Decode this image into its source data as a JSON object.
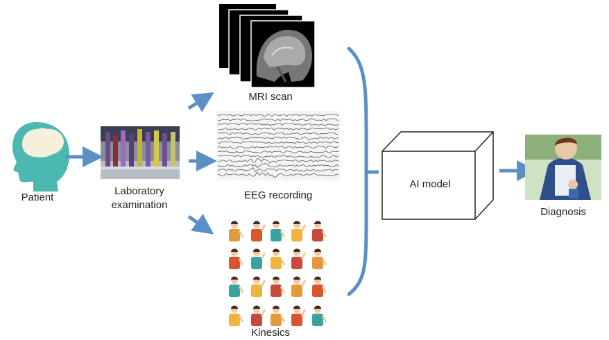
{
  "nodes": {
    "patient": {
      "label": "Patient"
    },
    "laboratory": {
      "label": "Laboratory examination"
    },
    "mri": {
      "label": "MRI scan"
    },
    "eeg": {
      "label": "EEG recording"
    },
    "kinesics": {
      "label": "Kinesics"
    },
    "ai_model": {
      "label": "AI model"
    },
    "diagnosis": {
      "label": "Diagnosis"
    }
  },
  "colors": {
    "arrow": "#5b8fc6",
    "patient_icon": "#4bb9b0",
    "brain": "#f6efdc",
    "box_stroke": "#222222",
    "eeg_trace": "#444444"
  },
  "edges": [
    [
      "patient",
      "laboratory"
    ],
    [
      "laboratory",
      "mri"
    ],
    [
      "laboratory",
      "eeg"
    ],
    [
      "laboratory",
      "kinesics"
    ],
    [
      "mri",
      "ai_model"
    ],
    [
      "eeg",
      "ai_model"
    ],
    [
      "kinesics",
      "ai_model"
    ],
    [
      "ai_model",
      "diagnosis"
    ]
  ]
}
